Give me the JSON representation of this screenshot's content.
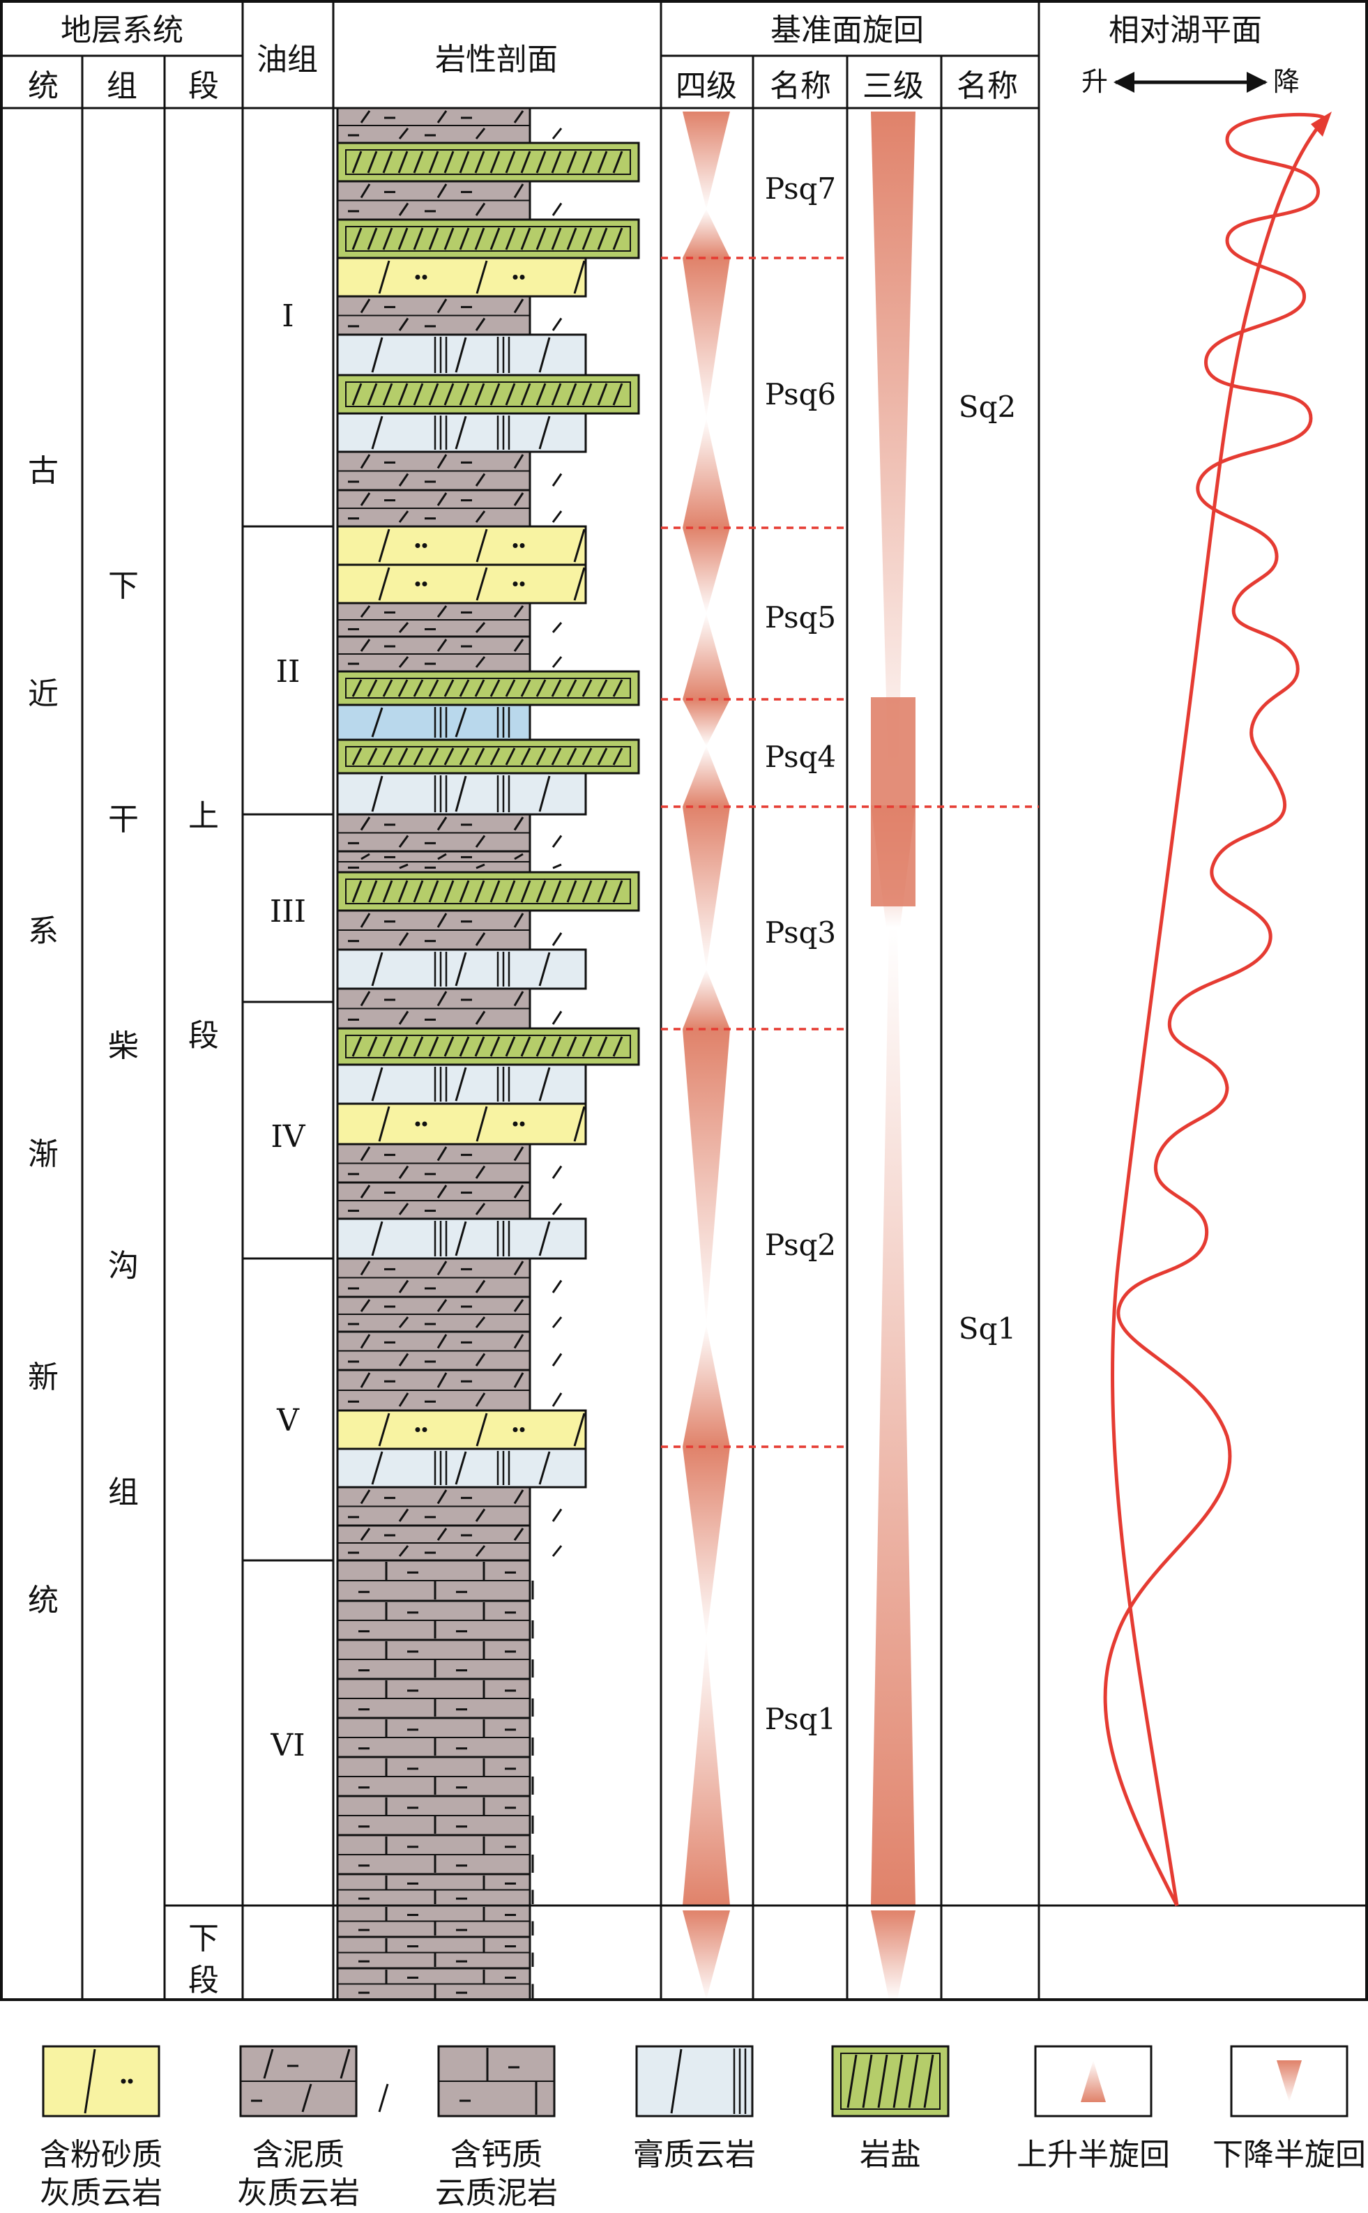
{
  "header": {
    "strata_system": "地层系统",
    "system": "统",
    "formation": "组",
    "member": "段",
    "oil_group": "油组",
    "lithology_section": "岩性剖面",
    "base_level_cycle": "基准面旋回",
    "fourth_order": "四级",
    "fourth_name": "名称",
    "third_order": "三级",
    "third_name": "名称",
    "relative_lake_level": "相对湖平面",
    "rise": "升",
    "fall": "降"
  },
  "strata": {
    "system_chars": [
      "古",
      "近",
      "系",
      "渐",
      "新",
      "统"
    ],
    "formation_chars": [
      "下",
      "干",
      "柴",
      "沟",
      "组"
    ],
    "upper_member_chars": [
      "上",
      "段"
    ],
    "lower_member_chars": [
      "下",
      "段"
    ]
  },
  "oil_groups": [
    "I",
    "II",
    "III",
    "IV",
    "V",
    "VI"
  ],
  "psq_names": [
    "Psq7",
    "Psq6",
    "Psq5",
    "Psq4",
    "Psq3",
    "Psq2",
    "Psq1"
  ],
  "sq_names": [
    "Sq2",
    "Sq1"
  ],
  "legend": [
    {
      "key": "silty",
      "line1": "含粉砂质",
      "line2": "灰质云岩"
    },
    {
      "key": "muddy",
      "line1": "含泥质",
      "line2": "灰质云岩"
    },
    {
      "key": "calc",
      "line1": "含钙质",
      "line2": "云质泥岩"
    },
    {
      "key": "gyp",
      "line1": "膏质云岩",
      "line2": ""
    },
    {
      "key": "salt",
      "line1": "岩盐",
      "line2": ""
    },
    {
      "key": "rise",
      "line1": "上升半旋回",
      "line2": ""
    },
    {
      "key": "fall",
      "line1": "下降半旋回",
      "line2": ""
    }
  ],
  "colors": {
    "grey_rock": "#b8aaaa",
    "silty_yellow": "#f8f3a2",
    "gypsum_blue": "#e3ecf2",
    "gypsum_dark_blue": "#b9d8ec",
    "salt_green": "#b5cd6a",
    "cycle_orange": "#e0826a",
    "curve_red": "#e53b32"
  }
}
